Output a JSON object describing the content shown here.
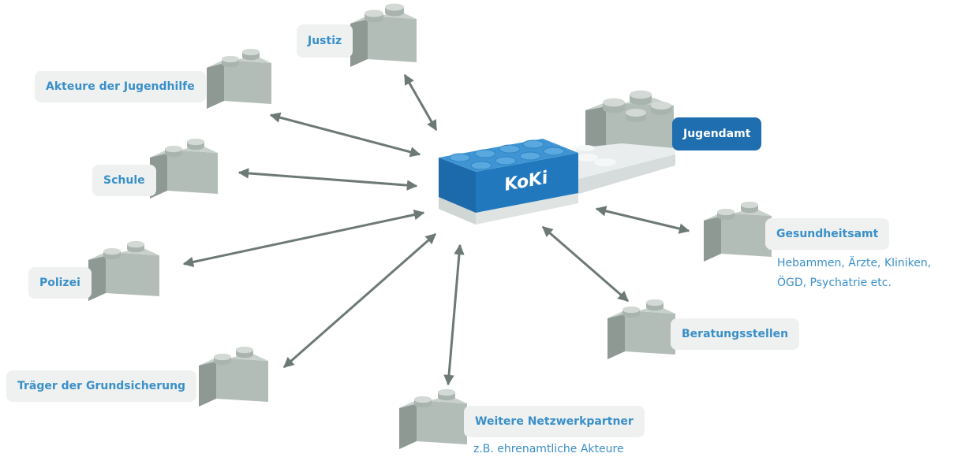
{
  "center": {
    "label": "KoKi"
  },
  "nodes": {
    "justiz": {
      "label": "Justiz"
    },
    "jugendhilfe": {
      "label": "Akteure der Jugendhilfe"
    },
    "schule": {
      "label": "Schule"
    },
    "polizei": {
      "label": "Polizei"
    },
    "grundsicherung": {
      "label": "Träger der Grundsicherung"
    },
    "netzwerk": {
      "label": "Weitere Netzwerkpartner",
      "sub": "z.B. ehrenamtliche Akteure"
    },
    "beratung": {
      "label": "Beratungsstellen"
    },
    "gesundheit": {
      "label": "Gesundheitsamt",
      "sub_line1": "Hebammen, Ärzte, Kliniken,",
      "sub_line2": "ÖGD, Psychatrie etc."
    },
    "jugendamt": {
      "label": "Jugendamt"
    }
  },
  "colors": {
    "brick_gray_top": "#c9d1cd",
    "brick_gray_front": "#b3bdb8",
    "brick_gray_side": "#8f9994",
    "koki_blue_top": "#3f95d3",
    "koki_blue_front": "#2178bd",
    "label_bg": "#eef1f0",
    "label_text": "#3a8fc9",
    "jugendamt_bg": "#1f6fb0",
    "arrow": "#6d7975"
  }
}
